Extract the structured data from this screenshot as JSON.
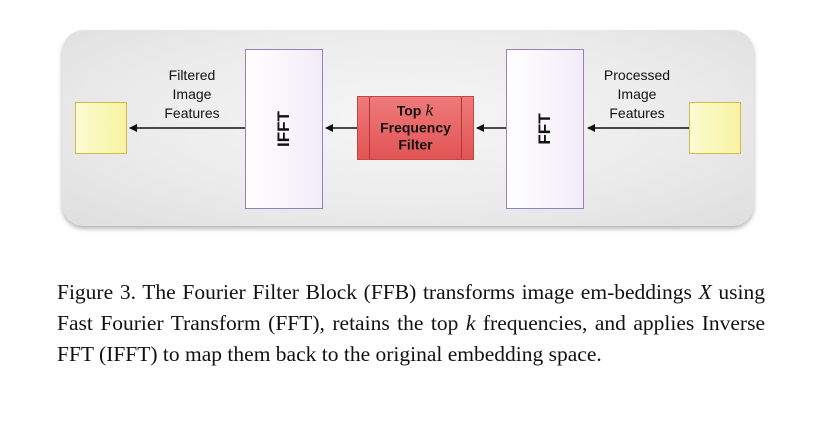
{
  "diagram": {
    "left_label": [
      "Filtered",
      "Image",
      "Features"
    ],
    "right_label": [
      "Processed",
      "Image",
      "Features"
    ],
    "ifft_label": "IFFT",
    "fft_label": "FFT",
    "filter_label": {
      "line1": "Top",
      "k": "k",
      "line2": "Frequency",
      "line3": "Filter"
    },
    "colors": {
      "feature_box_border": "#d9b84a",
      "transform_box_border": "#9a80b8",
      "filter_fill": "#e25454"
    }
  },
  "caption": {
    "p1": "Figure 3.  The Fourier Filter Block (FFB) transforms image em-beddings ",
    "var_x": "X",
    "p2": " using Fast Fourier Transform (FFT), retains the top ",
    "var_k": "k",
    "p3": " frequencies, and applies Inverse FFT (IFFT) to map them back to the original embedding space."
  }
}
